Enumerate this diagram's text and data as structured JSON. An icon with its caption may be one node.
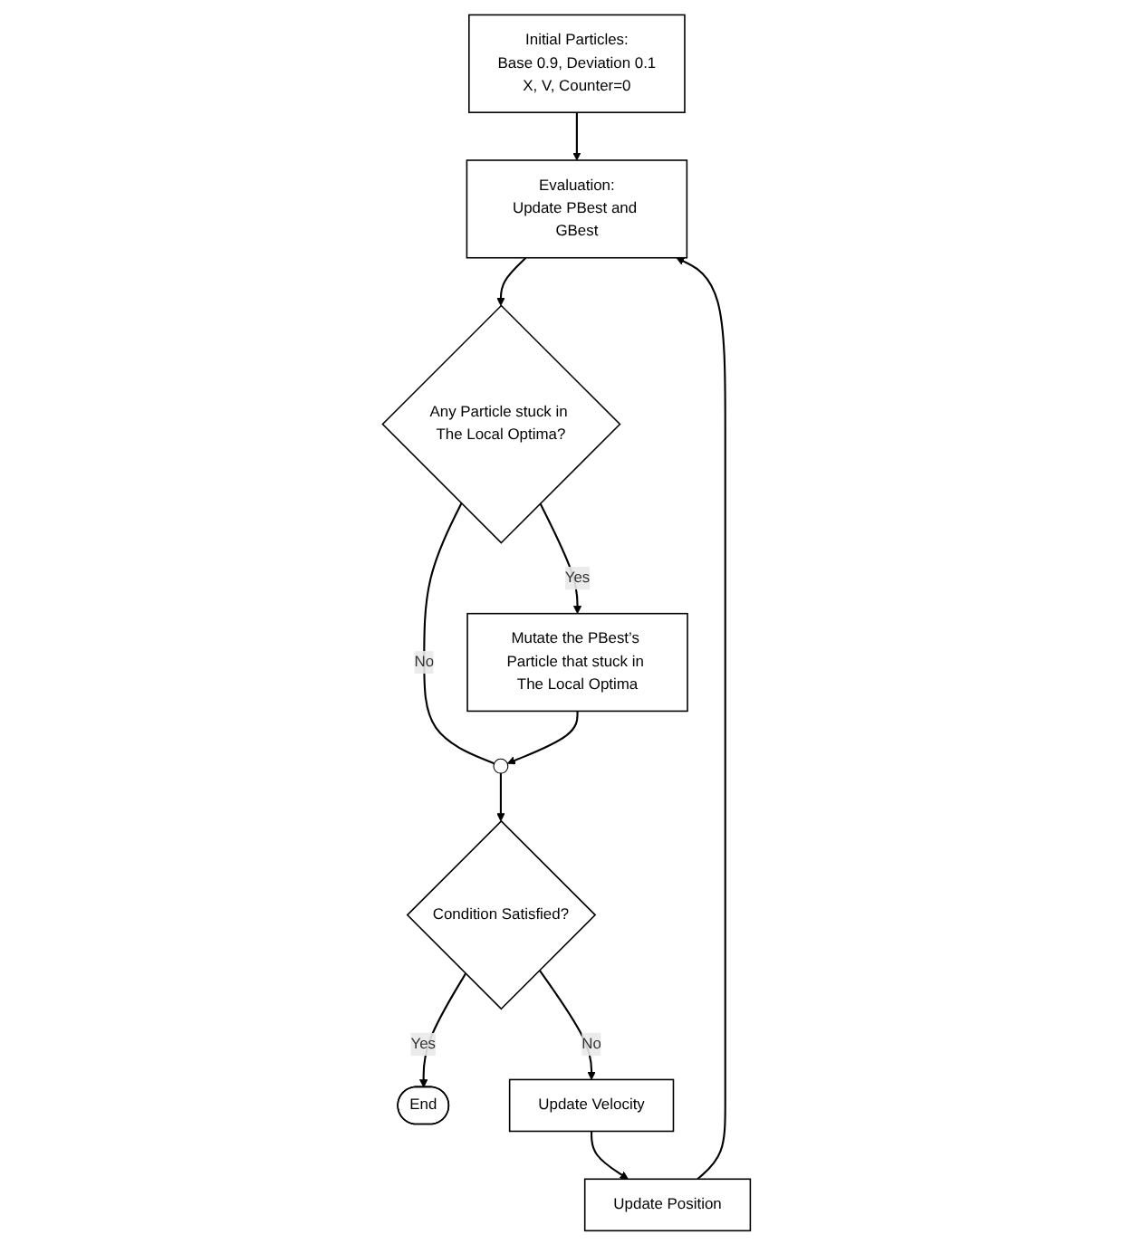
{
  "diagram": {
    "nodes": [
      {
        "text": [
          "Initial Particles:",
          "Base 0.9, Deviation 0.1",
          "X, V, Counter=0"
        ]
      },
      {
        "text": [
          "Evaluation:",
          "Update PBest and GBest"
        ]
      },
      {
        "text": [
          "Any Particle stuck in The Local Optima?"
        ]
      },
      {
        "text": [
          "Mutate the PBest’s Particle that stuck in The Local Optima"
        ]
      },
      {
        "text": [],
        "shape": "circle"
      },
      {
        "text": [
          "Condition Satisfied?"
        ]
      },
      {
        "text": [
          "End"
        ]
      },
      {
        "text": [
          "Update Velocity"
        ]
      },
      {
        "text": [
          "Update Position"
        ]
      }
    ],
    "edges": [
      {
        "from": 0,
        "to": 1,
        "arrow": "to"
      },
      {
        "from": 1,
        "to": 2,
        "arrow": "to"
      },
      {
        "from": 2,
        "to": 3,
        "arrow": "to",
        "label": "Yes"
      },
      {
        "from": 2,
        "to": 4,
        "arrow": "none",
        "label": "No"
      },
      {
        "from": 3,
        "to": 4,
        "arrow": "to"
      },
      {
        "from": 4,
        "to": 5,
        "arrow": "to"
      },
      {
        "from": 5,
        "to": 6,
        "arrow": "to",
        "label": "Yes"
      },
      {
        "from": 5,
        "to": 7,
        "arrow": "to",
        "label": "No"
      },
      {
        "from": 7,
        "to": 8,
        "arrow": "to"
      },
      {
        "from": 8,
        "to": 1,
        "arrow": "to"
      }
    ]
  }
}
